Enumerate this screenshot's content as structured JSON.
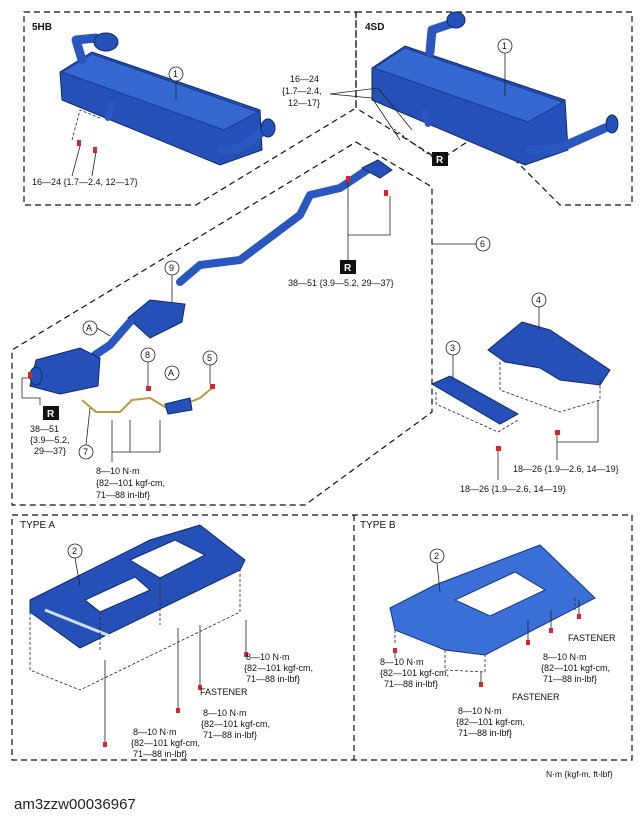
{
  "sections": {
    "hatchback": "5HB",
    "sedan": "4SD",
    "type_a": "TYPE A",
    "type_b": "TYPE B"
  },
  "callouts": {
    "c1": "1",
    "c2": "2",
    "c3": "3",
    "c4": "4",
    "c5": "5",
    "c6": "6",
    "c7": "7",
    "c8": "8",
    "c9": "9",
    "ref_a": "A"
  },
  "badges": {
    "replace": "R"
  },
  "torques": {
    "muffler_5hb": "16—24 {1.7—2.4, 12—17}",
    "muffler_4sd_l1": "16—24",
    "muffler_4sd_l2": "{1.7—2.4,",
    "muffler_4sd_l3": "12—17}",
    "joint_center_l1": "38—51 {3.9—5.2, 29—37}",
    "joint_front_l1": "38—51",
    "joint_front_l2": "{3.9—5.2,",
    "joint_front_l3": "29—37}",
    "sensor_l1": "8—10 N·m",
    "sensor_l2": "{82—101 kgf-cm,",
    "sensor_l3": "71—88 in-lbf}",
    "bracket_l1": "18—26 {1.9—2.6, 14—19}",
    "bracket_l2": "18—26 {1.9—2.6, 14—19}",
    "uc_a1_l1": "8—10 N·m",
    "uc_a1_l2": "{82—101 kgf-cm,",
    "uc_a1_l3": "71—88 in-lbf}",
    "uc_a2_l1": "8—10 N·m",
    "uc_a2_l2": "{82—101 kgf-cm,",
    "uc_a2_l3": "71—88 in-lbf}",
    "uc_a3_l1": "8—10 N·m",
    "uc_a3_l2": "{82—101 kgf-cm,",
    "uc_a3_l3": "71—88 in-lbf}",
    "uc_b1_l1": "8—10 N·m",
    "uc_b1_l2": "{82—101 kgf-cm,",
    "uc_b1_l3": "71—88 in-lbf}",
    "uc_b2_l1": "8—10 N·m",
    "uc_b2_l2": "{82—101 kgf-cm,",
    "uc_b2_l3": "71—88 in-lbf}",
    "uc_b3_l1": "8—10 N·m",
    "uc_b3_l2": "{82—101 kgf-cm,",
    "uc_b3_l3": "71—88 in-lbf}"
  },
  "fasteners": {
    "type_a": "FASTENER",
    "type_b_1": "FASTENER",
    "type_b_2": "FASTENER"
  },
  "units": "N·m {kgf-m, ft-lbf}",
  "caption": "am3zzw00036967",
  "colors": {
    "part": "#2450b8",
    "bolt": "#d8242a"
  }
}
